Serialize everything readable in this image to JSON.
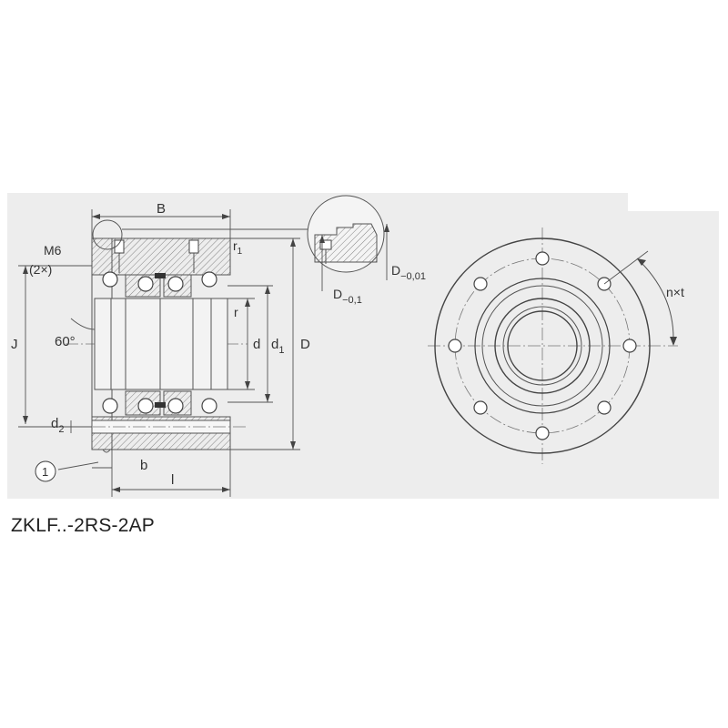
{
  "caption": "ZKLF..-2RS-2AP",
  "labels": {
    "B": "B",
    "M6": "M6",
    "two_x": "(2×)",
    "r1_main": "r",
    "r1_sub": "1",
    "r": "r",
    "J": "J",
    "angle": "60°",
    "d": "d",
    "d1_main": "d",
    "d1_sub": "1",
    "D": "D",
    "d2_main": "d",
    "d2_sub": "2",
    "callout": "1",
    "b": "b",
    "l": "l",
    "D_tol1_main": "D",
    "D_tol1_sub": "−0,01",
    "D_tol2_main": "D",
    "D_tol2_sub": "−0,1",
    "nxt": "n×t"
  }
}
